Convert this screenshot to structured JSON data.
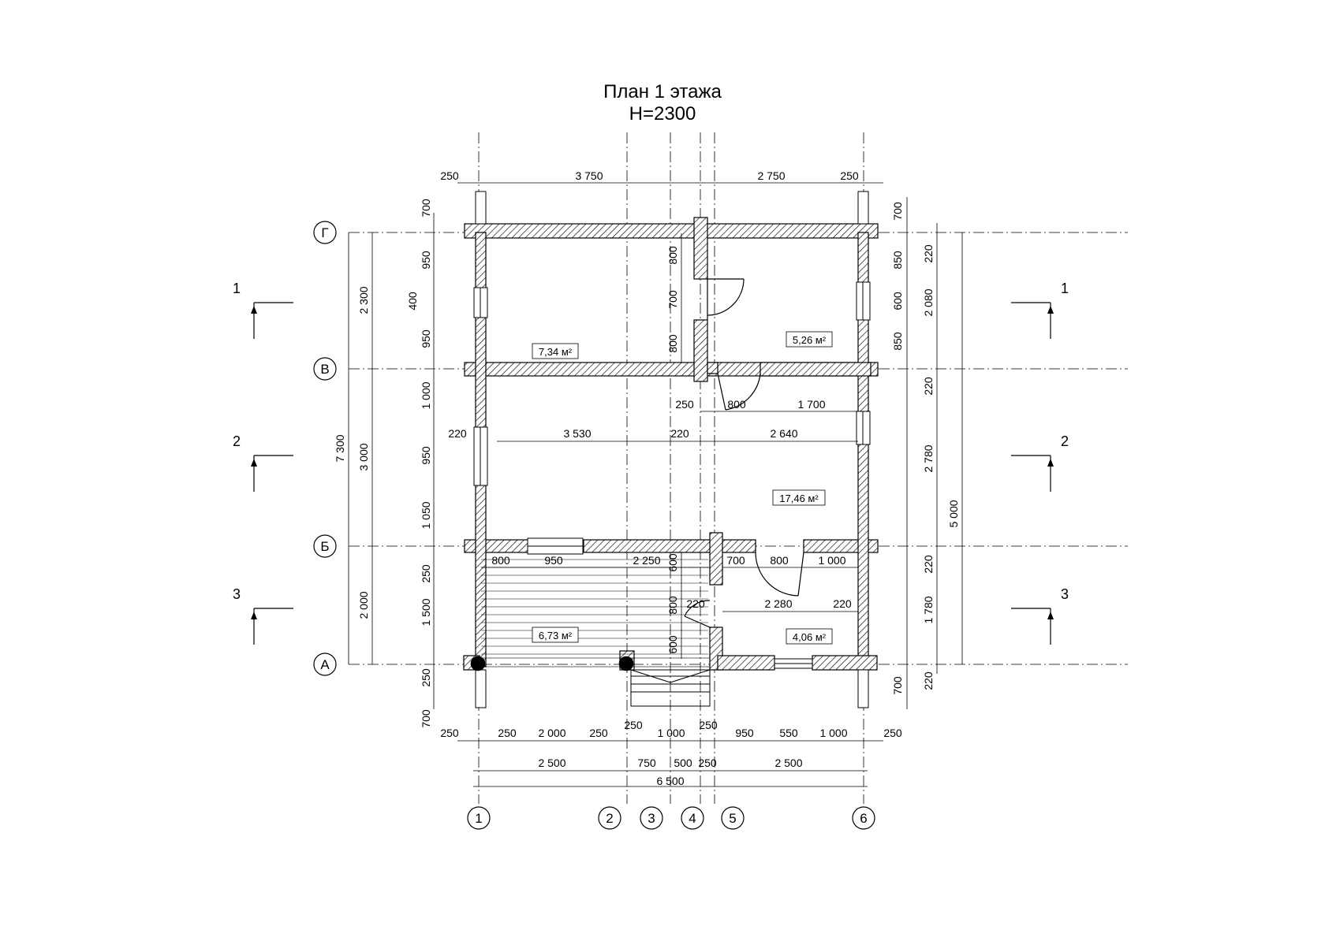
{
  "title": "План 1 этажа",
  "subtitle": "H=2300",
  "axes_letters": [
    "А",
    "Б",
    "В",
    "Г"
  ],
  "axes_numbers": [
    "1",
    "2",
    "3",
    "4",
    "5",
    "6"
  ],
  "rooms": [
    {
      "area": "7,34 м²"
    },
    {
      "area": "5,26 м²"
    },
    {
      "area": "17,46 м²"
    },
    {
      "area": "6,73 м²"
    },
    {
      "area": "4,06 м²"
    }
  ],
  "sections": [
    "1",
    "2",
    "3"
  ],
  "dim_top": [
    "250",
    "3 750",
    "2 750",
    "250"
  ],
  "dim_bottom_row1": [
    "250",
    "250",
    "2 000",
    "250",
    "1 000",
    "950",
    "550",
    "1 000",
    "250"
  ],
  "dim_bottom_row1b": [
    "250",
    "250"
  ],
  "dim_bottom_row2": [
    "2 500",
    "750",
    "500",
    "250",
    "2 500"
  ],
  "dim_total": "6 500",
  "dim_left_inner": [
    "700",
    "950",
    "400",
    "950",
    "1 000",
    "950",
    "1 050",
    "250",
    "1 500",
    "250",
    "700"
  ],
  "dim_left_outer": [
    "2 300",
    "3 000",
    "2 000"
  ],
  "dim_left_total": "7 300",
  "dim_right_inner": [
    "700",
    "850",
    "600",
    "850",
    "700"
  ],
  "dim_right_mid": [
    "220",
    "2 080",
    "220",
    "2 780",
    "220",
    "1 780",
    "220"
  ],
  "dim_right_total": "5 000",
  "dim_interior": {
    "partition_v": [
      "800",
      "700",
      "800"
    ],
    "hall_row": [
      "250",
      "800",
      "1 700"
    ],
    "living_row": [
      "220",
      "3 530",
      "220",
      "2 640"
    ],
    "terrace_row": [
      "800",
      "950",
      "2 250"
    ],
    "terrace_v": [
      "600",
      "800",
      "600"
    ],
    "bath_row": [
      "700",
      "800",
      "1 000"
    ],
    "bath_row2": [
      "220",
      "2 280",
      "220"
    ]
  }
}
